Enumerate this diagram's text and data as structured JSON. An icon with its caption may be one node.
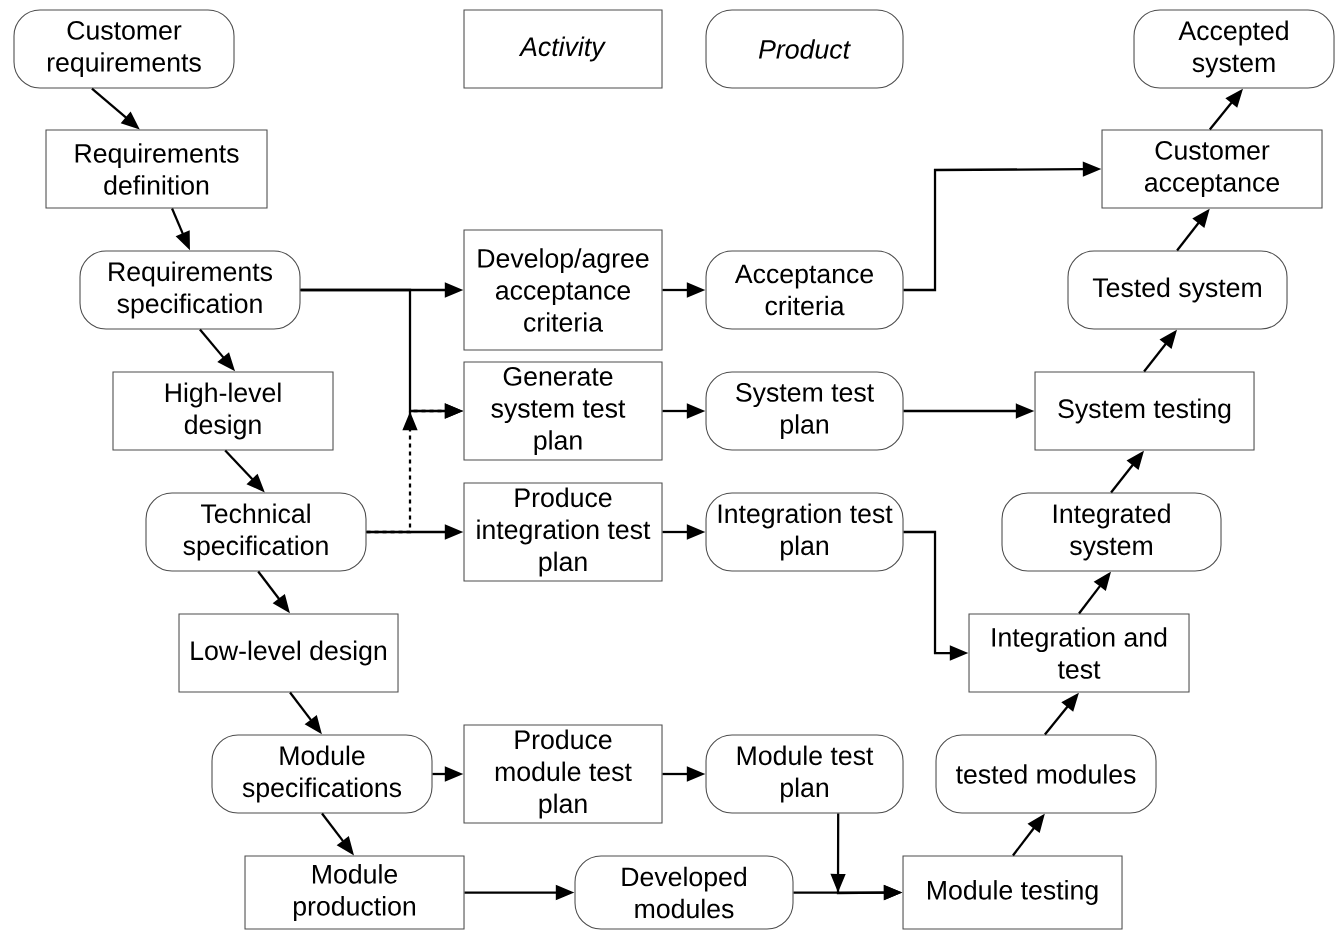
{
  "diagram": {
    "nodes": [
      {
        "text": [
          "Customer requirements"
        ]
      },
      {
        "text": [
          "*Activity*"
        ]
      },
      {
        "text": [
          "*Product*"
        ]
      },
      {
        "text": [
          "Accepted system"
        ]
      },
      {
        "text": [
          "Requirements definition"
        ]
      },
      {
        "text": [
          "Customer acceptance"
        ]
      },
      {
        "text": [
          "Requirements specification"
        ]
      },
      {
        "text": [
          "Develop/agree acceptance criteria"
        ]
      },
      {
        "text": [
          "Acceptance criteria"
        ]
      },
      {
        "text": [
          "Tested system"
        ]
      },
      {
        "text": [
          "High-level design"
        ]
      },
      {
        "text": [
          "Generate system test plan"
        ]
      },
      {
        "text": [
          "System test plan"
        ]
      },
      {
        "text": [
          "System testing"
        ]
      },
      {
        "text": [
          "Technical specification"
        ]
      },
      {
        "text": [
          "Produce integration test plan"
        ]
      },
      {
        "text": [
          "Integration test plan"
        ]
      },
      {
        "text": [
          "Integrated system"
        ]
      },
      {
        "text": [
          "Low-level design"
        ]
      },
      {
        "text": [
          "Integration and test"
        ]
      },
      {
        "text": [
          "Module specifications"
        ]
      },
      {
        "text": [
          "Produce module test plan"
        ]
      },
      {
        "text": [
          "Module test plan"
        ]
      },
      {
        "text": [
          "tested modules"
        ]
      },
      {
        "text": [
          "Module production"
        ]
      },
      {
        "text": [
          "Developed modules"
        ]
      },
      {
        "text": [
          "Module testing"
        ]
      }
    ],
    "edges": [
      {
        "from": 0,
        "to": 4,
        "arrow": "to"
      },
      {
        "from": 4,
        "to": 6,
        "arrow": "to"
      },
      {
        "from": 6,
        "to": 10,
        "arrow": "to"
      },
      {
        "from": 10,
        "to": 14,
        "arrow": "to"
      },
      {
        "from": 14,
        "to": 18,
        "arrow": "to"
      },
      {
        "from": 18,
        "to": 20,
        "arrow": "to"
      },
      {
        "from": 20,
        "to": 24,
        "arrow": "to"
      },
      {
        "from": 6,
        "to": 7,
        "arrow": "to"
      },
      {
        "from": 6,
        "to": 11,
        "arrow": "to"
      },
      {
        "from": 14,
        "to": 15,
        "arrow": "to"
      },
      {
        "from": 14,
        "to": 11,
        "arrow": "to",
        "style": "dashed"
      },
      {
        "from": 7,
        "to": 8,
        "arrow": "to"
      },
      {
        "from": 11,
        "to": 12,
        "arrow": "to"
      },
      {
        "from": 15,
        "to": 16,
        "arrow": "to"
      },
      {
        "from": 20,
        "to": 21,
        "arrow": "to"
      },
      {
        "from": 21,
        "to": 22,
        "arrow": "to"
      },
      {
        "from": 8,
        "to": 5,
        "arrow": "to"
      },
      {
        "from": 12,
        "to": 13,
        "arrow": "to"
      },
      {
        "from": 16,
        "to": 19,
        "arrow": "to"
      },
      {
        "from": 24,
        "to": 25,
        "arrow": "to"
      },
      {
        "from": 25,
        "to": 26,
        "arrow": "to"
      },
      {
        "from": 22,
        "to": 26,
        "arrow": "to"
      },
      {
        "from": 26,
        "to": 23,
        "arrow": "to"
      },
      {
        "from": 23,
        "to": 19,
        "arrow": "to"
      },
      {
        "from": 19,
        "to": 17,
        "arrow": "to"
      },
      {
        "from": 17,
        "to": 13,
        "arrow": "to"
      },
      {
        "from": 13,
        "to": 9,
        "arrow": "to"
      },
      {
        "from": 9,
        "to": 5,
        "arrow": "to"
      },
      {
        "from": 5,
        "to": 3,
        "arrow": "to"
      }
    ]
  }
}
